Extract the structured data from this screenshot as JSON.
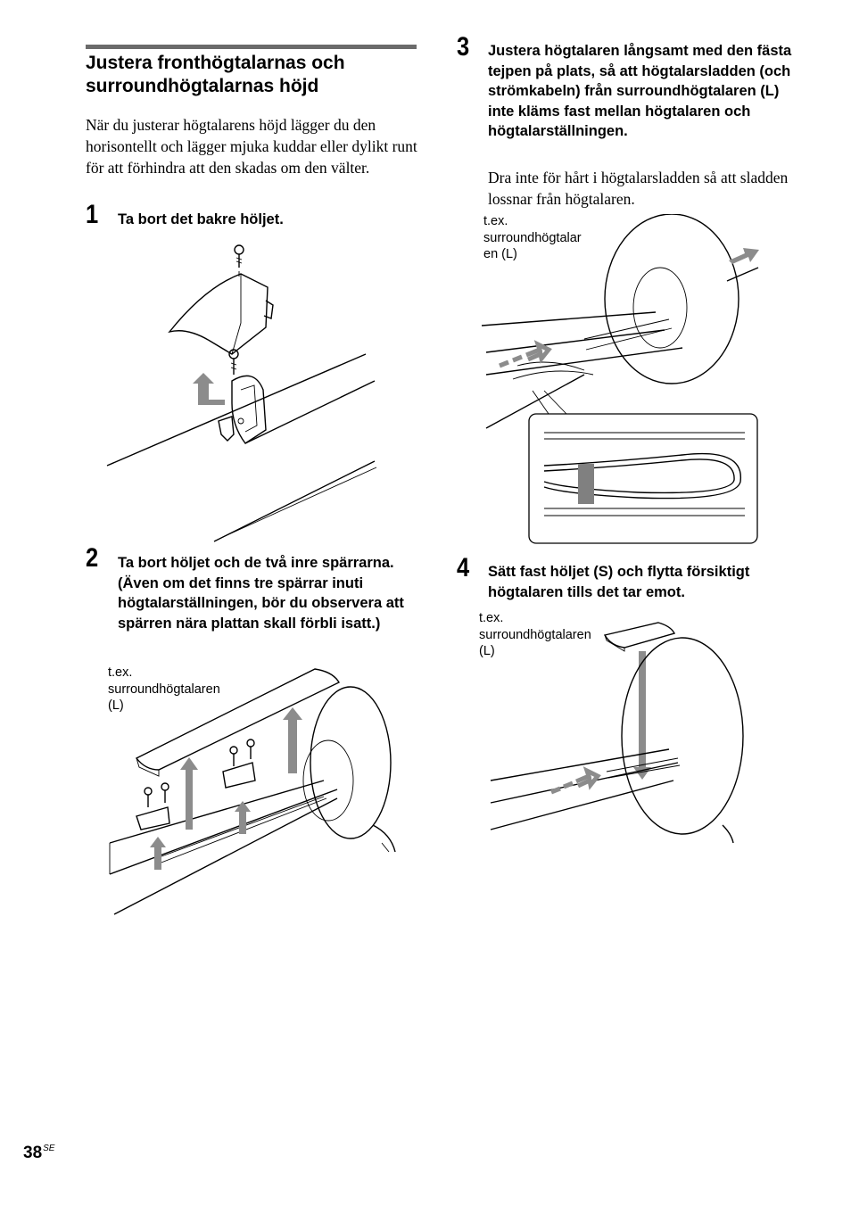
{
  "section": {
    "title": "Justera fronthögtalarnas och surroundhögtalarnas höjd",
    "intro": "När du justerar högtalarens höjd lägger du den horisontellt och lägger mjuka kuddar eller dylikt runt för att förhindra att den skadas om den välter."
  },
  "steps": [
    {
      "number": "1",
      "text": "Ta bort det bakre höljet."
    },
    {
      "number": "2",
      "text": "Ta bort höljet och de två inre spärrarna. (Även om det finns tre spärrar inuti högtalarställningen, bör du observera att spärren nära plattan skall förbli isatt.)",
      "callout": [
        "t.ex.",
        "surroundhögtalaren",
        "(L)"
      ]
    },
    {
      "number": "3",
      "text": "Justera högtalaren långsamt med den fästa tejpen på plats, så att högtalarsladden (och strömkabeln) från surroundhögtalaren (L) inte kläms fast mellan högtalaren och högtalarställningen.",
      "note": "Dra inte för hårt i högtalarsladden så att sladden lossnar från högtalaren.",
      "callout": [
        "t.ex.",
        "surroundhögtalar",
        "en (L)"
      ]
    },
    {
      "number": "4",
      "text": "Sätt fast höljet (S) och flytta försiktigt högtalaren tills det tar emot.",
      "callout": [
        "t.ex.",
        "surroundhögtalaren",
        "(L)"
      ]
    }
  ],
  "footer": {
    "page": "38",
    "suffix": "SE"
  },
  "colors": {
    "rule": "#6b6b6b",
    "arrow": "#8c8c8c"
  }
}
